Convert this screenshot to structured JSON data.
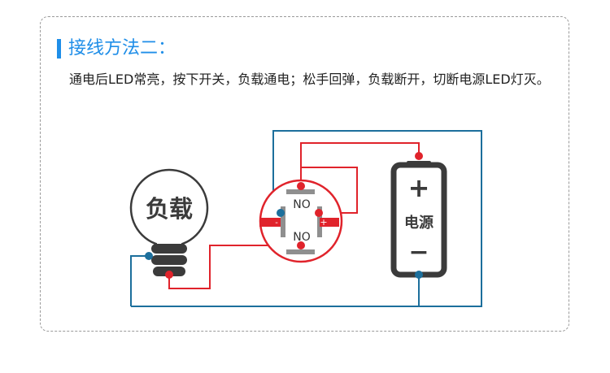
{
  "section": {
    "title": "接线方法二：",
    "description": "通电后LED常亮，按下开关，负载通电；松手回弹，负载断开，切断电源LED灯灭。"
  },
  "diagram": {
    "load_label": "负载",
    "switch_top_label": "NO",
    "switch_bottom_label": "NO",
    "led_minus_label": "-",
    "led_plus_label": "+",
    "battery_plus": "+",
    "battery_label": "电源",
    "battery_minus": "−"
  },
  "colors": {
    "accent": "#1f8ee8",
    "blue_wire": "#1c6f9c",
    "red_wire": "#e0232b",
    "dark": "#3b3b3b",
    "gray": "#9a9a9a"
  }
}
